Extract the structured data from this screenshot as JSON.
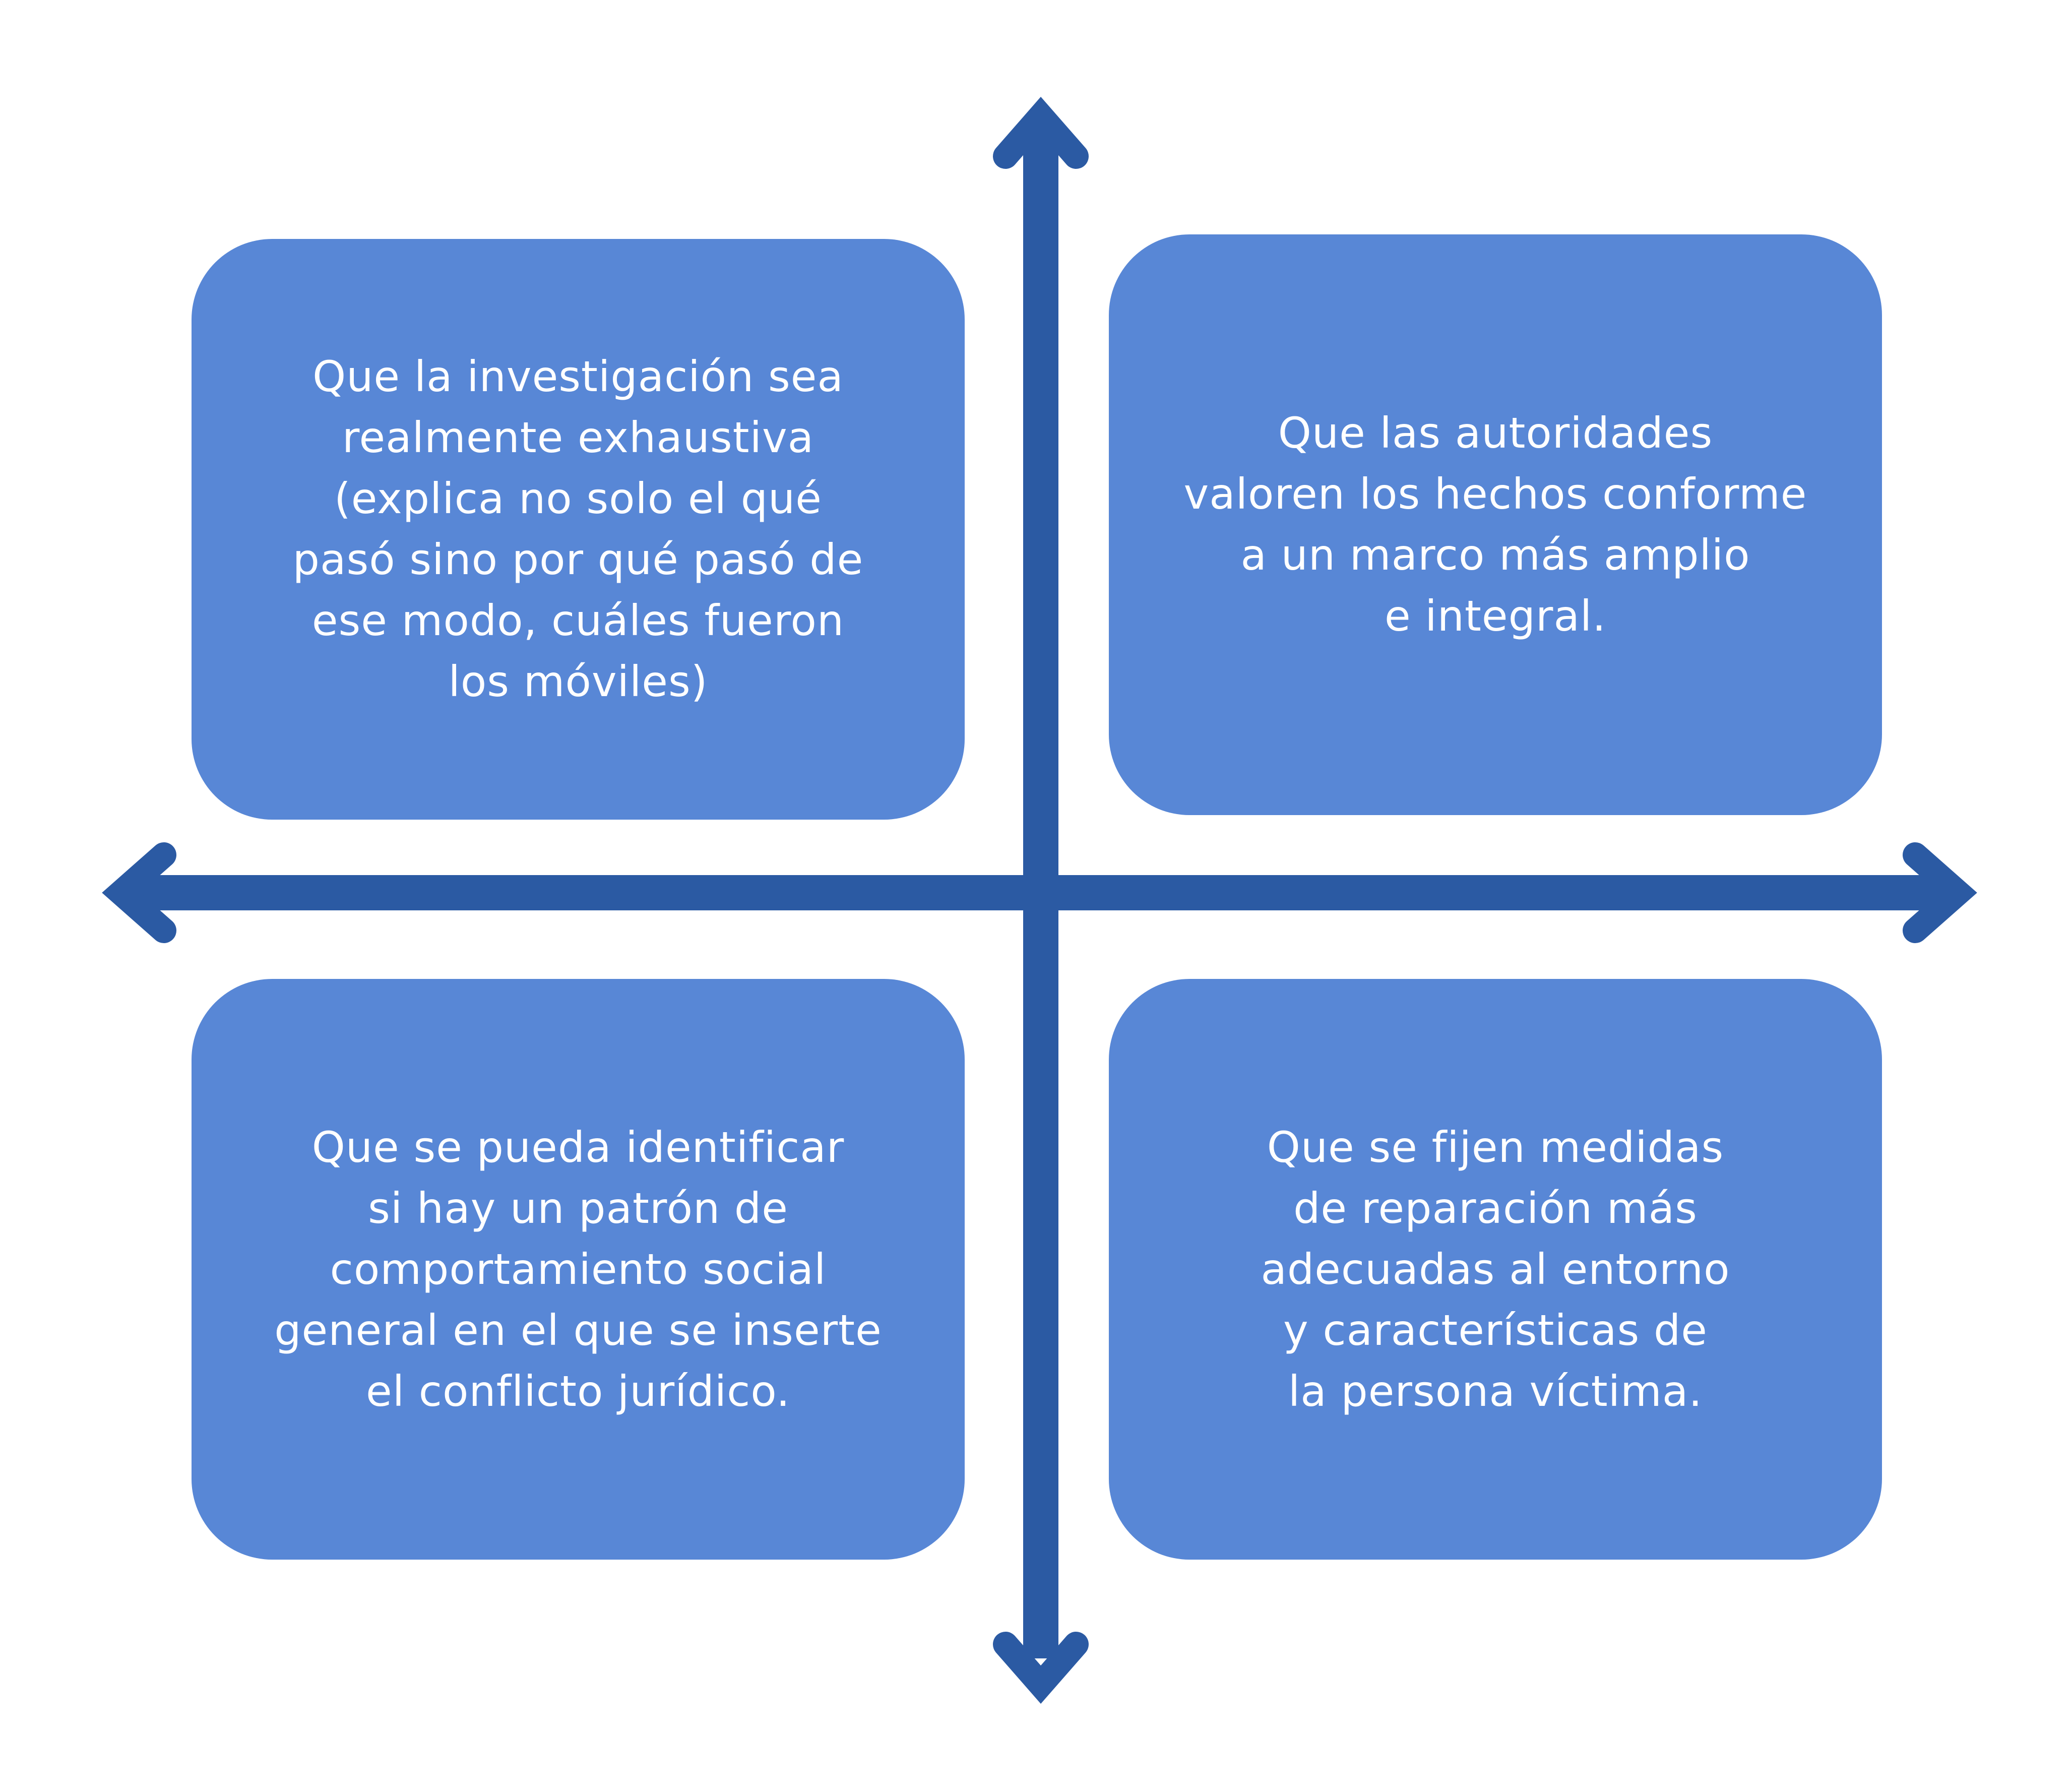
{
  "colors": {
    "box_fill": "#5887d6",
    "axis": "#2b5aa3",
    "text": "#ffffff",
    "background": "#ffffff"
  },
  "boxes": {
    "top_left": "Que la investigación sea\nrealmente exhaustiva\n(explica no solo el qué\npasó sino por qué pasó de\nese modo, cuáles fueron\nlos móviles)",
    "top_right": "Que las autoridades\nvaloren los hechos conforme\na un marco más amplio\ne integral.",
    "bottom_left": "Que se pueda identificar\nsi hay un patrón de\ncomportamiento social\ngeneral en el que se inserte\nel conflicto jurídico.",
    "bottom_right": "Que se fijen medidas\nde reparación más\nadecuadas al entorno\ny características de\nla persona víctima."
  }
}
